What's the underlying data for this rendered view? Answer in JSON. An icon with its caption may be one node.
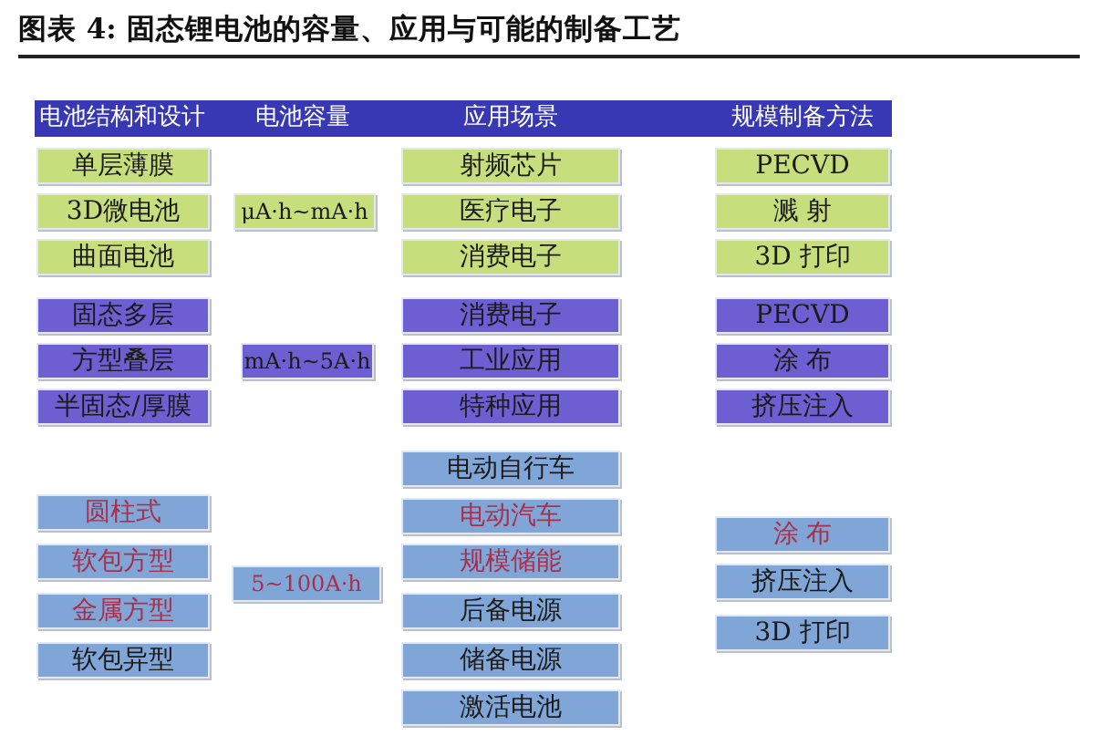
{
  "diagram": {
    "title": "图表 4:  固态锂电池的容量、应用与可能的制备工艺",
    "nodes": [
      {
        "text": [
          "电池结构和设计",
          "电池容量",
          "应用场景",
          "规模制备方法"
        ]
      },
      {
        "text": [
          "单层薄膜"
        ]
      },
      {
        "text": [
          "3D微电池"
        ]
      },
      {
        "text": [
          "曲面电池"
        ]
      },
      {
        "text": [
          "固态多层"
        ]
      },
      {
        "text": [
          "方型叠层"
        ]
      },
      {
        "text": [
          "半固态/厚膜"
        ]
      },
      {
        "text": [
          "圆柱式"
        ]
      },
      {
        "text": [
          "软包方型"
        ]
      },
      {
        "text": [
          "金属方型"
        ]
      },
      {
        "text": [
          "软包异型"
        ]
      },
      {
        "text": [
          "μA·h~mA·h"
        ]
      },
      {
        "text": [
          "mA·h~5A·h"
        ]
      },
      {
        "text": [
          "5~100A·h"
        ]
      },
      {
        "text": [
          "射频芯片"
        ]
      },
      {
        "text": [
          "医疗电子"
        ]
      },
      {
        "text": [
          "消费电子"
        ]
      },
      {
        "text": [
          "消费电子"
        ]
      },
      {
        "text": [
          "工业应用"
        ]
      },
      {
        "text": [
          "特种应用"
        ]
      },
      {
        "text": [
          "电动自行车"
        ]
      },
      {
        "text": [
          "电动汽车"
        ]
      },
      {
        "text": [
          "规模储能"
        ]
      },
      {
        "text": [
          "后备电源"
        ]
      },
      {
        "text": [
          "储备电源"
        ]
      },
      {
        "text": [
          "激活电池"
        ]
      },
      {
        "text": [
          "PECVD"
        ]
      },
      {
        "text": [
          "溅 射"
        ]
      },
      {
        "text": [
          "3D 打印"
        ]
      },
      {
        "text": [
          "PECVD"
        ]
      },
      {
        "text": [
          "涂 布"
        ]
      },
      {
        "text": [
          "挤压注入"
        ]
      },
      {
        "text": [
          "涂 布"
        ]
      },
      {
        "text": [
          "挤压注入"
        ]
      },
      {
        "text": [
          "3D 打印"
        ]
      }
    ]
  }
}
